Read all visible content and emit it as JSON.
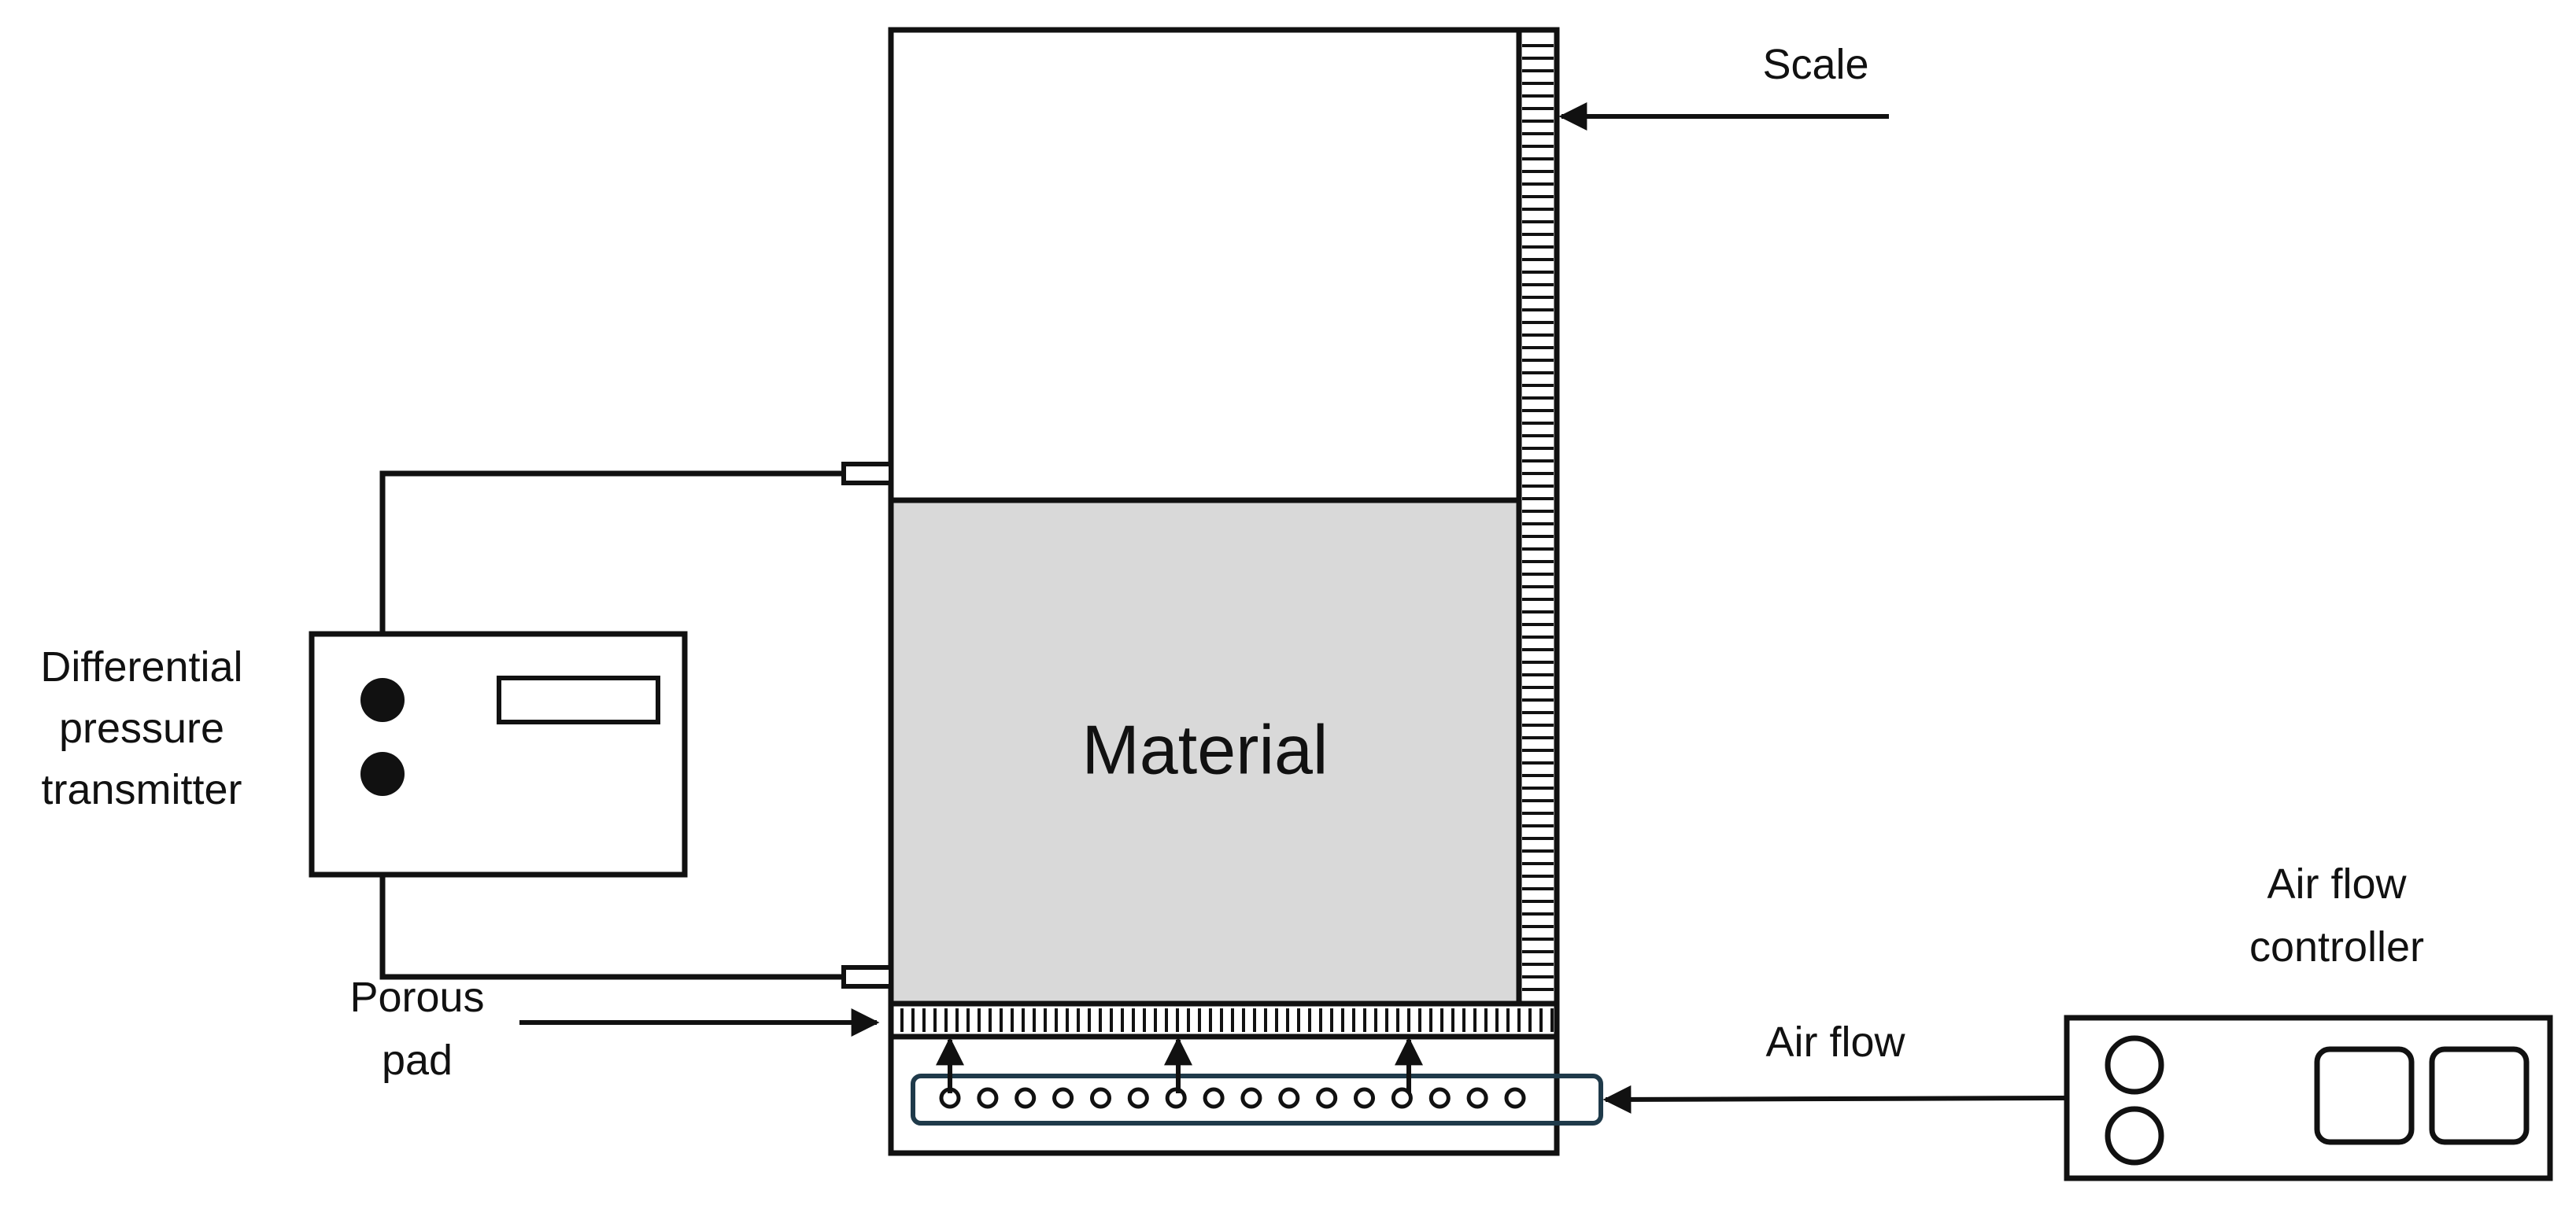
{
  "labels": {
    "scale": "Scale",
    "material": "Material",
    "dpt_line1": "Differential",
    "dpt_line2": "pressure",
    "dpt_line3": "transmitter",
    "porous_line1": "Porous",
    "porous_line2": "pad",
    "air_flow": "Air flow",
    "afc_line1": "Air flow",
    "afc_line2": "controller"
  },
  "colors": {
    "line": "#111111",
    "material_fill": "#d9d9d9",
    "plenum_stroke": "#1f3a4a"
  },
  "components": {
    "plenum_holes": 16,
    "flow_arrows_up": 3,
    "pressure_ports": 2
  }
}
